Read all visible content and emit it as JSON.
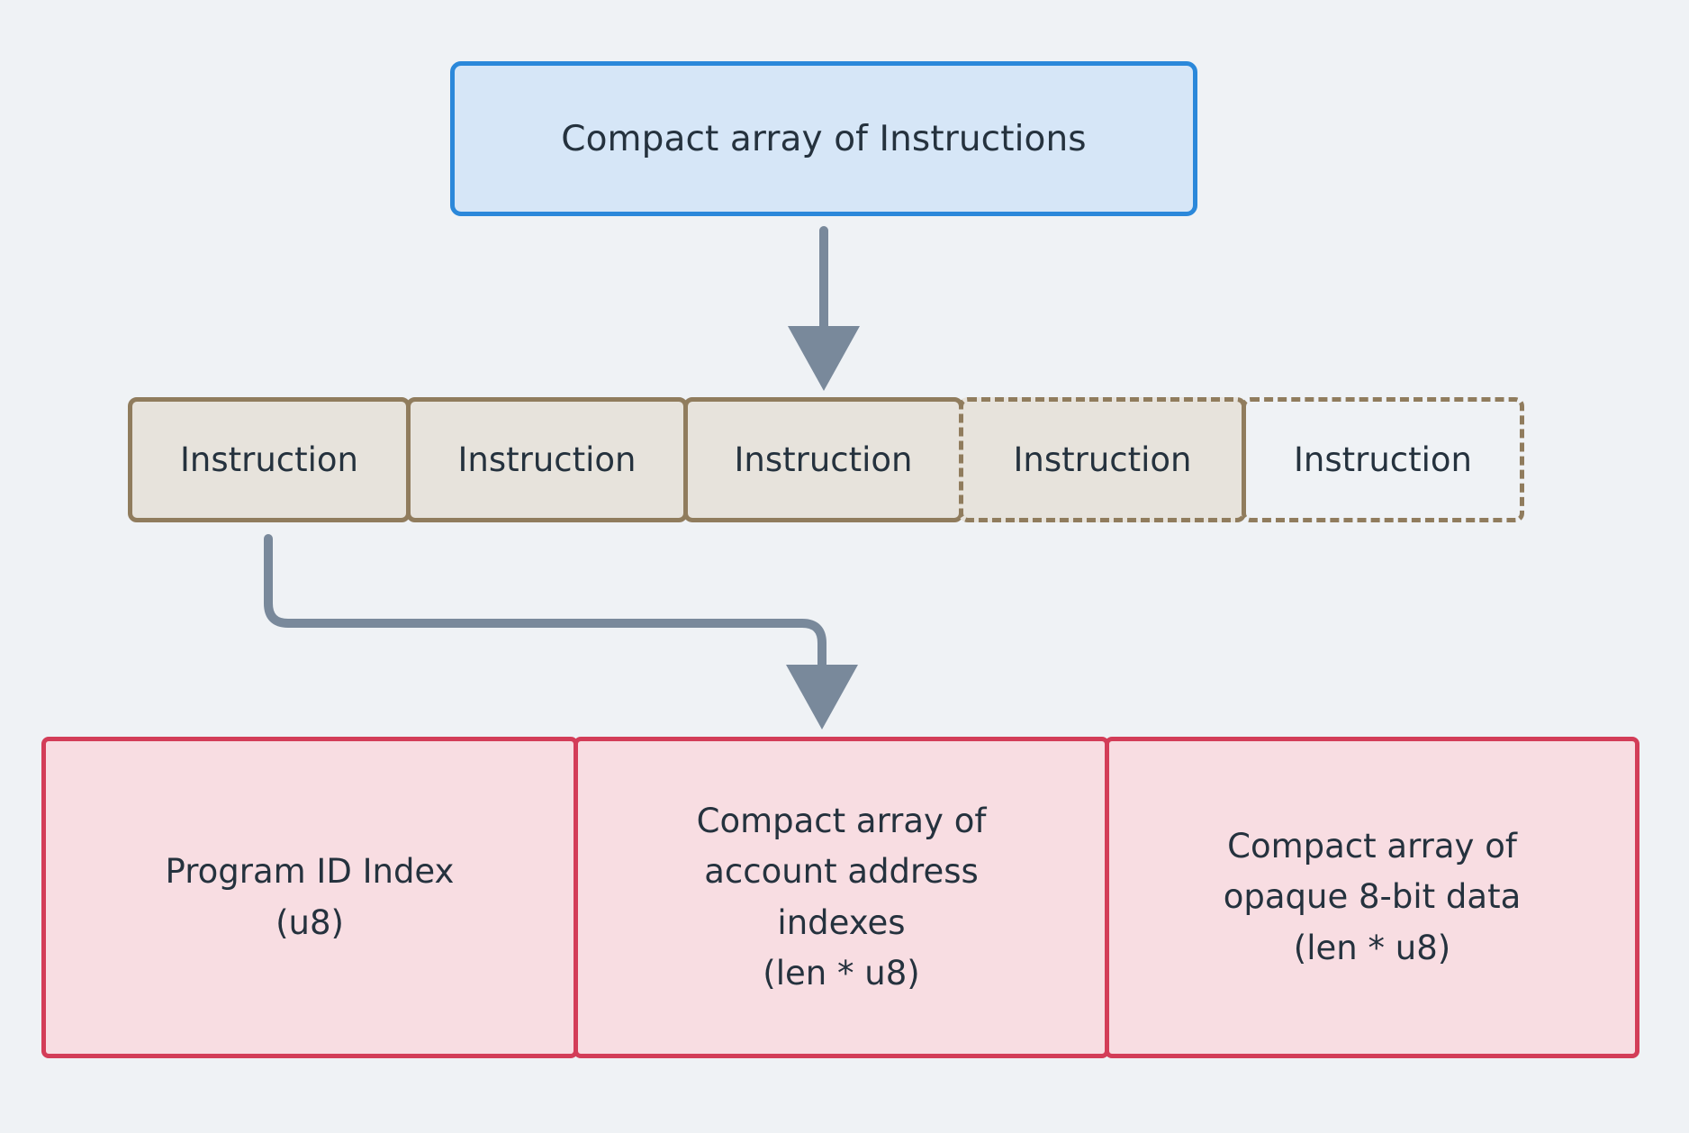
{
  "diagram": {
    "title_node": {
      "label": "Compact array of Instructions",
      "fill": "#d6e6f7",
      "stroke": "#2b88da"
    },
    "instruction_row": {
      "fill": "#e7e3dc",
      "stroke": "#907c5d",
      "cells": [
        {
          "label": "Instruction",
          "style": "solid"
        },
        {
          "label": "Instruction",
          "style": "solid"
        },
        {
          "label": "Instruction",
          "style": "solid"
        },
        {
          "label": "Instruction",
          "style": "dashed-fill"
        },
        {
          "label": "Instruction",
          "style": "dashed-empty"
        }
      ]
    },
    "fields_row": {
      "fill": "#f8dde2",
      "stroke": "#d33d58",
      "cells": [
        {
          "lines": [
            "Program ID Index",
            "(u8)"
          ]
        },
        {
          "lines": [
            "Compact array of",
            "account address",
            "indexes",
            "(len * u8)"
          ]
        },
        {
          "lines": [
            "Compact array of",
            "opaque 8-bit data",
            "(len * u8)"
          ]
        }
      ]
    },
    "connectors": {
      "color": "#79899b",
      "items": [
        {
          "name": "arrow-title-to-instructions",
          "kind": "straight-down"
        },
        {
          "name": "arrow-instruction-to-fields",
          "kind": "elbow-down-right-down"
        }
      ]
    },
    "canvas": {
      "background": "#eff2f5"
    }
  }
}
